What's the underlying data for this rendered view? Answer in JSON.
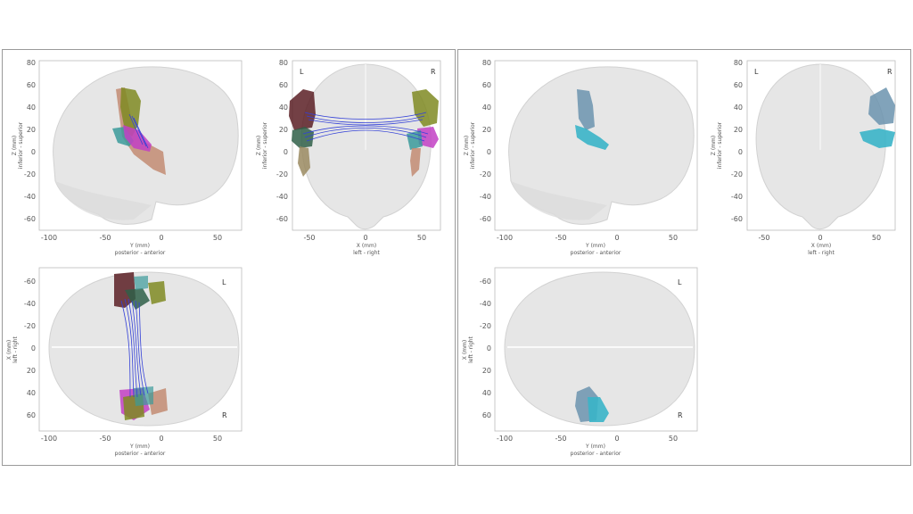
{
  "colors": {
    "brain_fill": "#e6e6e6",
    "brain_stroke": "#d2d2d2",
    "axis": "#555555",
    "tract": "#3340d8",
    "region_olive": "#7f8a22",
    "region_magenta": "#c240c4",
    "region_teal": "#3a9a9a",
    "region_salmon": "#c28b72",
    "region_maroon": "#5a1f24",
    "region_darkgreen": "#2f5f48",
    "region_steelblue": "#6b93ae",
    "region_cyan": "#3ab4c8"
  },
  "labels": {
    "sagittal_xticks": [
      "-100",
      "-50",
      "0",
      "50"
    ],
    "sagittal_yticks": [
      "80",
      "60",
      "40",
      "20",
      "0",
      "-20",
      "-40",
      "-60"
    ],
    "coronal_xticks": [
      "-50",
      "0",
      "50"
    ],
    "coronal_yticks": [
      "80",
      "60",
      "40",
      "20",
      "0",
      "-20",
      "-40",
      "-60"
    ],
    "axial_xticks": [
      "-100",
      "-50",
      "0",
      "50"
    ],
    "axial_yticks": [
      "-60",
      "-40",
      "-20",
      "0",
      "20",
      "40",
      "60"
    ],
    "sagittal_xlabel_1": "Y (mm)",
    "sagittal_xlabel_2": "posterior - anterior",
    "sagittal_ylabel_1": "Z (mm)",
    "sagittal_ylabel_2": "inferior - superior",
    "coronal_xlabel_1": "X (mm)",
    "coronal_xlabel_2": "left - right",
    "coronal_ylabel_1": "Z (mm)",
    "coronal_ylabel_2": "inferior - superior",
    "axial_xlabel_1": "Y (mm)",
    "axial_xlabel_2": "posterior - anterior",
    "axial_ylabel_1": "X (mm)",
    "axial_ylabel_2": "left - right",
    "left_marker": "L",
    "right_marker": "R"
  }
}
